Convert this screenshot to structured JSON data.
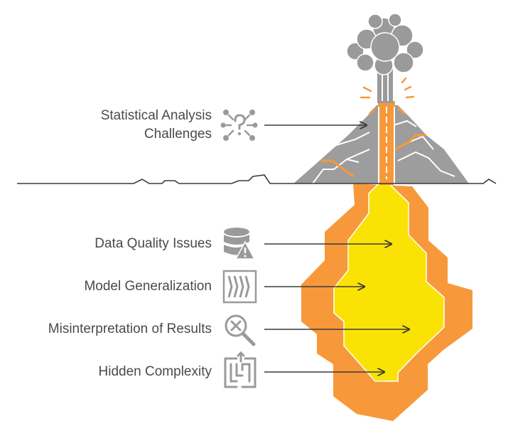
{
  "diagram": {
    "top_label": {
      "line1": "Statistical Analysis",
      "line2": "Challenges",
      "icon": "question-network-icon"
    },
    "items": [
      {
        "label": "Data Quality Issues",
        "icon": "database-warning-icon"
      },
      {
        "label": "Model Generalization",
        "icon": "generalization-chevrons-icon"
      },
      {
        "label": "Misinterpretation of Results",
        "icon": "magnifier-cross-icon"
      },
      {
        "label": "Hidden Complexity",
        "icon": "maze-icon"
      }
    ],
    "colors": {
      "magma_outer": "#f7993a",
      "magma_inner": "#fbe205",
      "rock": "#9d9d9d",
      "smoke": "#9a9a9a",
      "lava": "#f7993a",
      "text": "#4a4a4a",
      "icon": "#9a9a9a",
      "ground": "#3a3a3a"
    }
  }
}
